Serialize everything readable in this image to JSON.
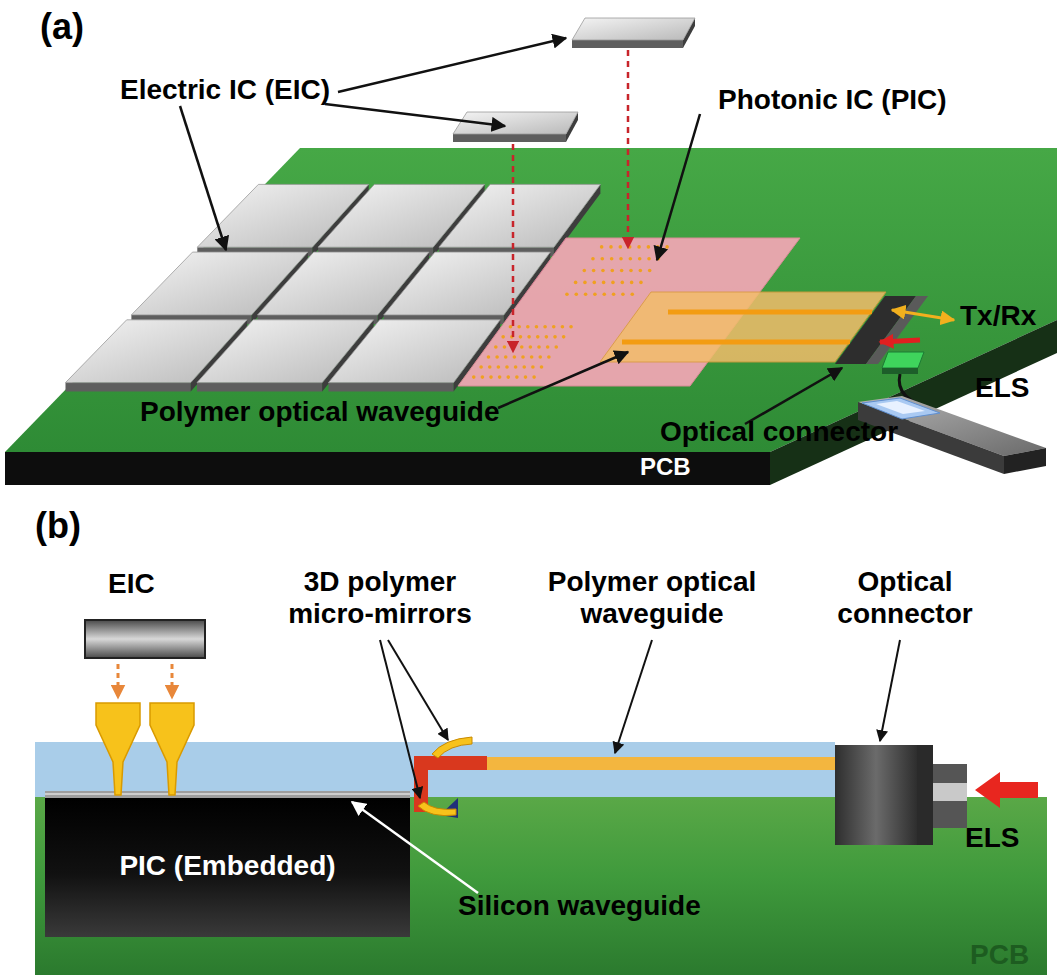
{
  "diagram": {
    "nodes": [
      {
        "text": [
          "PCB"
        ]
      },
      {
        "text": [
          "PCB"
        ]
      },
      {
        "text": [
          "PIC (Embedded)"
        ],
        "in": 1
      }
    ],
    "labels": [
      "(a)",
      "Electric IC (EIC)",
      "Photonic IC (PIC)",
      "Tx/Rx",
      "ELS",
      "Polymer optical waveguide",
      "Optical connector",
      "(b)",
      "EIC",
      "3D polymer micro-mirrors",
      "Polymer optical waveguide",
      "Optical connector",
      "ELS",
      "Silicon waveguide"
    ]
  }
}
